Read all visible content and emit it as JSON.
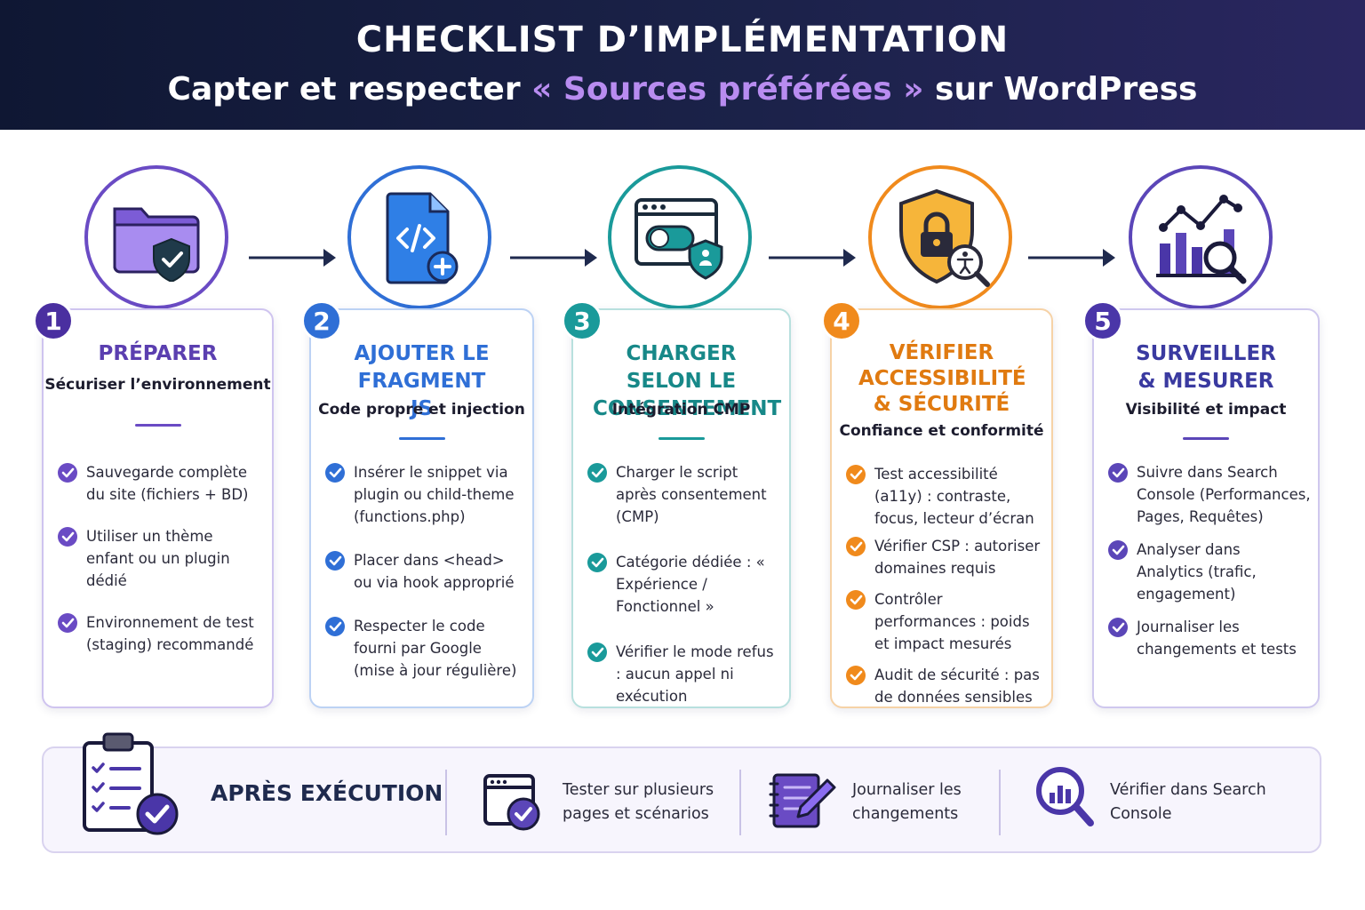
{
  "header": {
    "title": "CHECKLIST D’IMPLÉMENTATION",
    "subtitle_pre": "Capter et respecter ",
    "subtitle_highlight": "« Sources préférées »",
    "subtitle_post": " sur WordPress"
  },
  "steps": [
    {
      "number": "1",
      "color": "#6a4bc4",
      "title": "PRÉPARER",
      "subtitle": "Sécuriser l’environnement",
      "items": [
        "Sauvegarde complète du site (fichiers + BD)",
        "Utiliser un thème enfant ou un plugin dédié",
        "Environnement de test (staging) recommandé"
      ]
    },
    {
      "number": "2",
      "color": "#2f6fd6",
      "title": "AJOUTER LE FRAGMENT JS",
      "subtitle": "Code propre et injection",
      "items": [
        "Insérer le snippet via plugin ou child-theme (functions.php)",
        "Placer dans <head> ou via hook approprié",
        "Respecter le code fourni par Google (mise à jour régulière)"
      ]
    },
    {
      "number": "3",
      "color": "#1a9a9a",
      "title": "CHARGER SELON LE CONSENTEMENT",
      "subtitle": "Intégration CMP",
      "items": [
        "Charger le script après consentement (CMP)",
        "Catégorie dédiée : « Expérience / Fonctionnel »",
        "Vérifier le mode refus : aucun appel ni exécution"
      ]
    },
    {
      "number": "4",
      "color": "#f08a1c",
      "title": "VÉRIFIER ACCESSIBILITÉ & SÉCURITÉ",
      "subtitle": "Confiance et conformité",
      "items": [
        "Test accessibilité (a11y) : contraste, focus, lecteur d’écran",
        "Vérifier CSP : autoriser domaines requis",
        "Contrôler performances : poids et impact mesurés",
        "Audit de sécurité : pas de données sensibles"
      ]
    },
    {
      "number": "5",
      "color": "#5b46b8",
      "title": "SURVEILLER & MESURER",
      "subtitle": "Visibilité et impact",
      "items": [
        "Suivre dans Search Console (Performances, Pages, Requêtes)",
        "Analyser dans Analytics (trafic, engagement)",
        "Journaliser les changements et tests"
      ]
    }
  ],
  "footer": {
    "title": "APRÈS EXÉCUTION",
    "actions": [
      {
        "icon": "browser-check-icon",
        "text": "Tester sur plusieurs pages et scénarios"
      },
      {
        "icon": "notebook-pen-icon",
        "text": "Journaliser les changements"
      },
      {
        "icon": "search-chart-icon",
        "text": "Vérifier dans Search Console"
      }
    ]
  }
}
